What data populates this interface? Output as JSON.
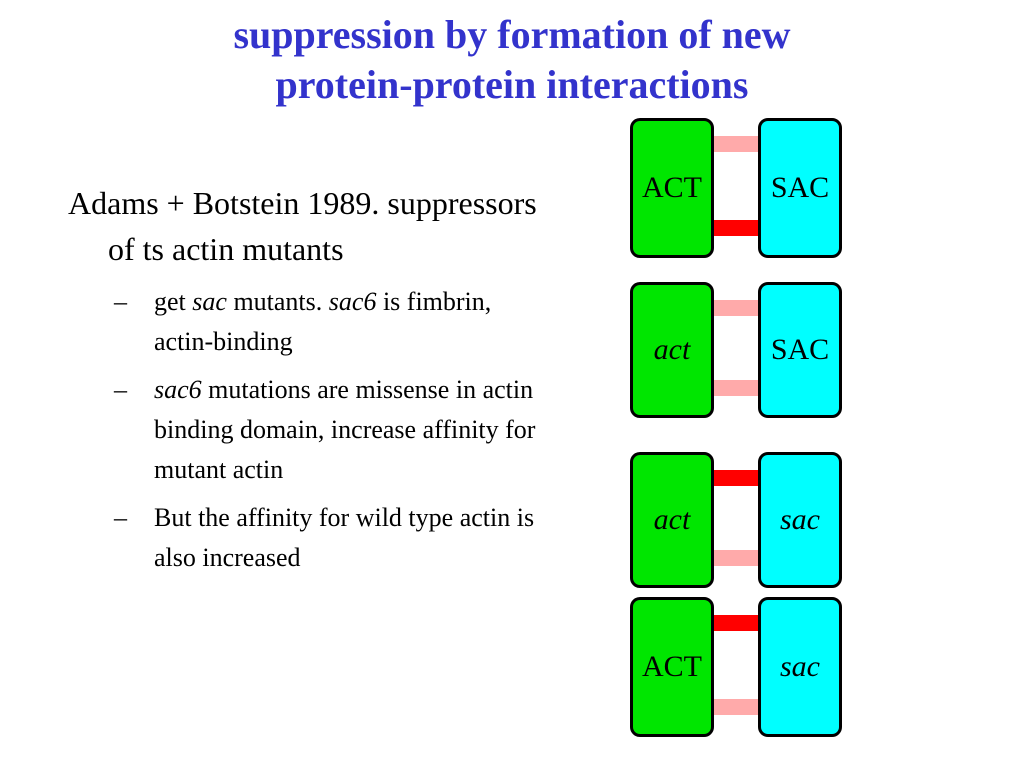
{
  "title": {
    "line1": "suppression by formation of new",
    "line2": "protein-protein interactions"
  },
  "main_point": "Adams + Botstein 1989. suppressors of ts  actin mutants",
  "sub_points": [
    {
      "parts": [
        {
          "t": "get "
        },
        {
          "t": "sac",
          "i": true
        },
        {
          "t": " mutants.  "
        },
        {
          "t": "sac6",
          "i": true
        },
        {
          "t": " is fimbrin, actin-binding"
        }
      ]
    },
    {
      "parts": [
        {
          "t": "sac6",
          "i": true
        },
        {
          "t": " mutations are missense in actin binding domain, increase affinity for mutant actin"
        }
      ]
    },
    {
      "parts": [
        {
          "t": "But the affinity for wild type actin is also increased"
        }
      ]
    }
  ],
  "bullet_dash": "–",
  "diagram": {
    "colors": {
      "act_box": "#00e600",
      "sac_box": "#00ffff",
      "strong_bond": "#ff0000",
      "weak_bond": "#ffaaaa",
      "title": "#3333cc"
    },
    "pairs": [
      {
        "left_label": "ACT",
        "left_italic": false,
        "right_label": "SAC",
        "right_italic": false,
        "top_bond": "weak",
        "bottom_bond": "strong"
      },
      {
        "left_label": "act",
        "left_italic": true,
        "right_label": "SAC",
        "right_italic": false,
        "top_bond": "weak",
        "bottom_bond": "weak"
      },
      {
        "left_label": "act",
        "left_italic": true,
        "right_label": "sac",
        "right_italic": true,
        "top_bond": "strong",
        "bottom_bond": "weak"
      },
      {
        "left_label": "ACT",
        "left_italic": false,
        "right_label": "sac",
        "right_italic": true,
        "top_bond": "strong",
        "bottom_bond": "weak"
      }
    ]
  }
}
